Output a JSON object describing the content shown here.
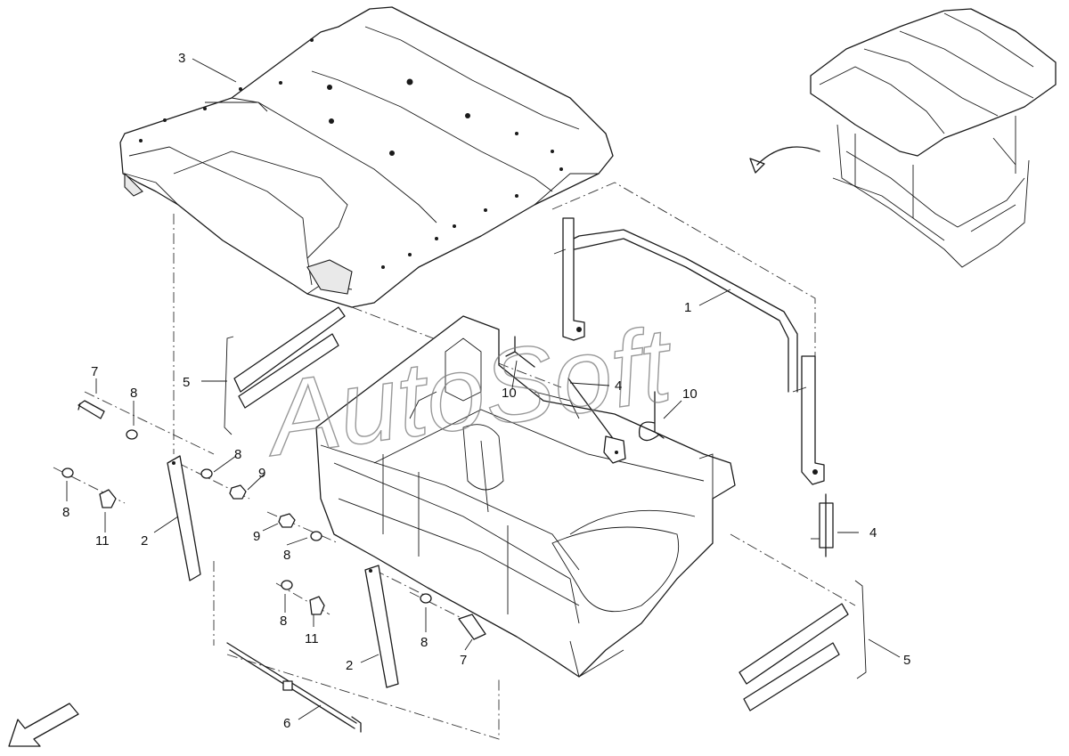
{
  "watermark": "AutoSoft",
  "callouts": {
    "c1": "1",
    "c2a": "2",
    "c2b": "2",
    "c3": "3",
    "c4a": "4",
    "c4b": "4",
    "c5a": "5",
    "c5b": "5",
    "c6": "6",
    "c7a": "7",
    "c7b": "7",
    "c8a": "8",
    "c8b": "8",
    "c8c": "8",
    "c8d": "8",
    "c8e": "8",
    "c8f": "8",
    "c9a": "9",
    "c9b": "9",
    "c10a": "10",
    "c10b": "10",
    "c11a": "11",
    "c11b": "11"
  }
}
